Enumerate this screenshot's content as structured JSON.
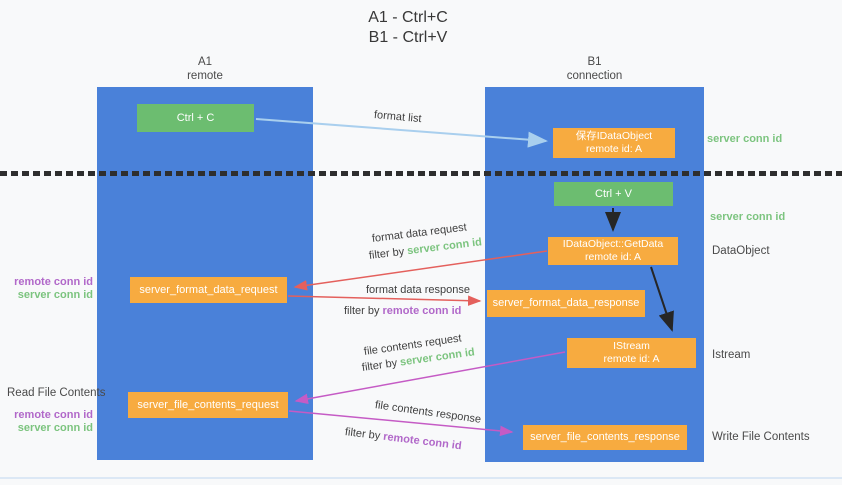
{
  "title": {
    "line1": "A1 - Ctrl+C",
    "line2": "B1 - Ctrl+V"
  },
  "lanes": {
    "left": {
      "title": "A1",
      "subtitle": "remote"
    },
    "right": {
      "title": "B1",
      "subtitle": "connection"
    }
  },
  "nodes": {
    "ctrl_c": "Ctrl + C",
    "ctrl_v": "Ctrl + V",
    "save_dataobject_line1": "保存IDataObject",
    "save_dataobject_line2": "remote id: A",
    "getdata_line1": "IDataObject::GetData",
    "getdata_line2": "remote id: A",
    "istream_line1": "IStream",
    "istream_line2": "remote id: A",
    "format_request": "server_format_data_request",
    "format_response": "server_format_data_response",
    "file_request": "server_file_contents_request",
    "file_response": "server_file_contents_response"
  },
  "side_labels": {
    "server_conn_id_top": "server conn id",
    "server_conn_id_mid": "server conn id",
    "dataobject": "DataObject",
    "istream": "Istream",
    "write_file_contents": "Write File Contents",
    "read_file_contents": "Read File Contents",
    "remote_conn_id": "remote conn id",
    "server_conn_id_left": "server conn id"
  },
  "arrow_labels": {
    "format_list": "format list",
    "format_data_request": "format data request",
    "format_data_response": "format data response",
    "file_contents_request": "file contents request",
    "file_contents_response": "file contents response",
    "filter_by": "filter by ",
    "server_conn_id": "server conn id",
    "remote_conn_id": "remote conn id"
  },
  "colors": {
    "lane_blue": "#4a81d9",
    "box_green": "#6cbd70",
    "box_orange": "#f7ab40",
    "arrow_red": "#e4605c",
    "arrow_magenta": "#c55bc5",
    "arrow_light_blue": "#a9cfee",
    "arrow_black": "#262626",
    "text_green": "#7cc47f",
    "text_purple": "#b168c9"
  }
}
